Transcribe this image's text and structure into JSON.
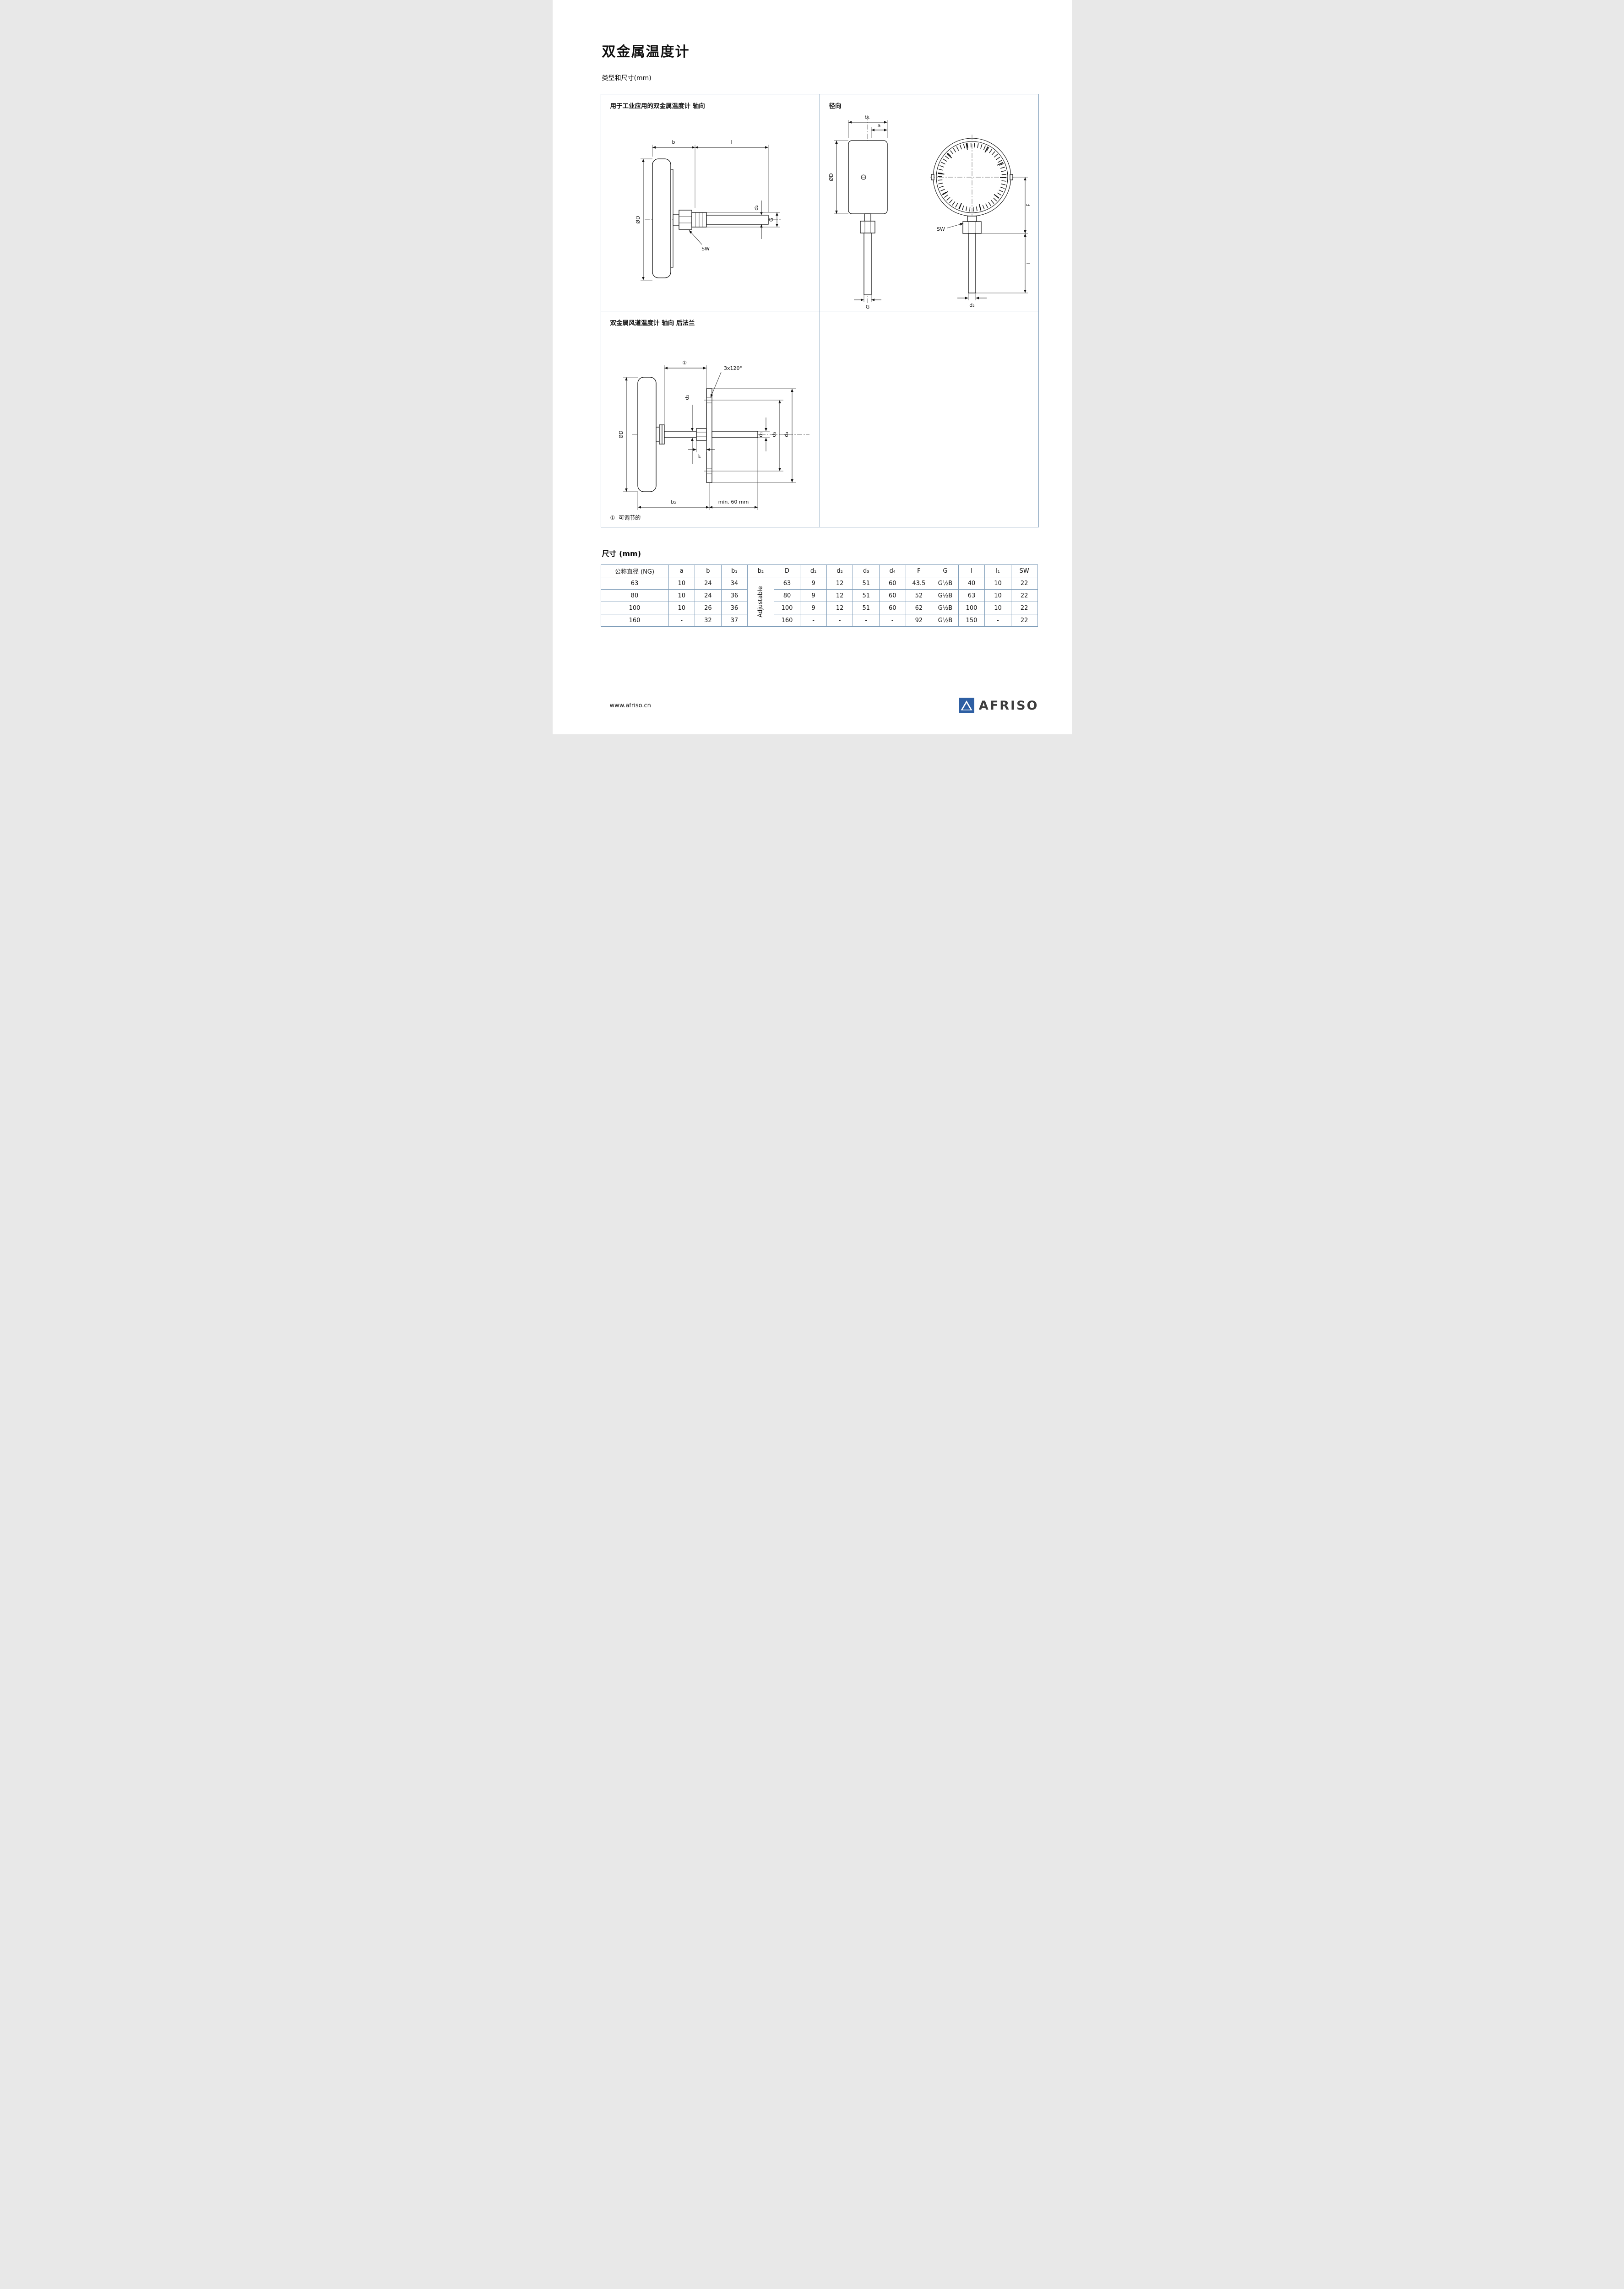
{
  "page": {
    "title": "双金属温度计",
    "subtitle": "类型和尺寸(mm)",
    "dimensions_heading": "尺寸 (mm)",
    "footer_url": "www.afriso.cn",
    "brand": "AFRISO"
  },
  "figures": {
    "panel_axial_title": "用于工业应用的双金属温度计  轴向",
    "panel_radial_title": "径向",
    "panel_duct_title": "双金属风道温度计  轴向  后法兰",
    "footnote_symbol": "①",
    "footnote_text": "可调节的",
    "labels": {
      "b": "b",
      "l": "l",
      "od": "ØD",
      "a": "a",
      "f": "F",
      "g": "G",
      "sw": "SW",
      "b1": "b₁",
      "b2": "b₂",
      "d1": "d₁",
      "d2": "d₂",
      "d3": "d₃",
      "d4": "d₄",
      "l1": "l₁",
      "adj": "①",
      "angle": "3x120°",
      "min60": "min. 60 mm"
    }
  },
  "table": {
    "headers": [
      "公称直径 (NG)",
      "a",
      "b",
      "b₁",
      "b₂",
      "D",
      "d₁",
      "d₂",
      "d₃",
      "d₄",
      "F",
      "G",
      "l",
      "l₁",
      "SW"
    ],
    "b2_value": "Adjustable",
    "rows": [
      [
        "63",
        "10",
        "24",
        "34",
        "63",
        "9",
        "12",
        "51",
        "60",
        "43.5",
        "G½B",
        "40",
        "10",
        "22"
      ],
      [
        "80",
        "10",
        "24",
        "36",
        "80",
        "9",
        "12",
        "51",
        "60",
        "52",
        "G½B",
        "63",
        "10",
        "22"
      ],
      [
        "100",
        "10",
        "26",
        "36",
        "100",
        "9",
        "12",
        "51",
        "60",
        "62",
        "G½B",
        "100",
        "10",
        "22"
      ],
      [
        "160",
        "-",
        "32",
        "37",
        "160",
        "-",
        "-",
        "-",
        "-",
        "92",
        "G½B",
        "150",
        "-",
        "22"
      ]
    ]
  }
}
